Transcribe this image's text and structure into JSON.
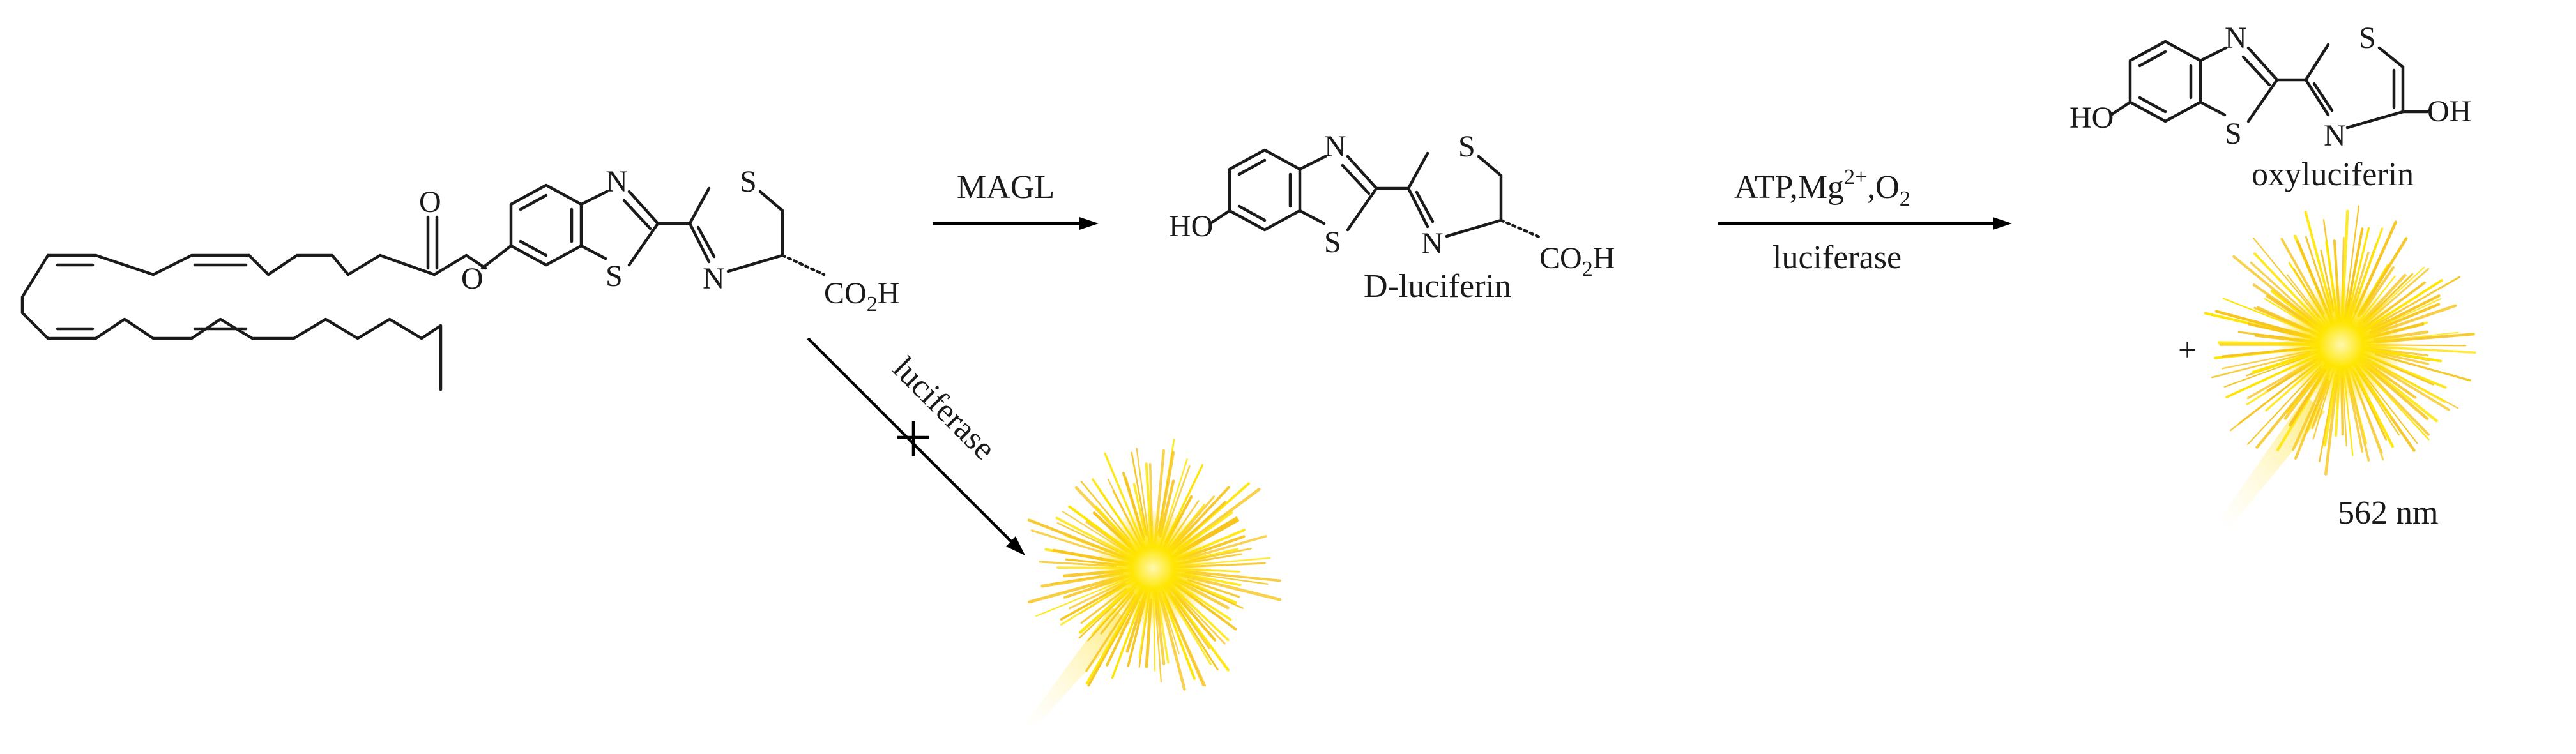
{
  "reagents": {
    "magl": "MAGL",
    "atp_mg_o2": {
      "atp": "ATP,Mg",
      "charge": "2+",
      "sep": ",O",
      "sub": "2"
    },
    "luciferase_top": "luciferase",
    "luciferase_diag": "luciferase"
  },
  "compounds": {
    "d_luciferin": "D-luciferin",
    "oxyluciferin": "oxyluciferin"
  },
  "atoms": {
    "O": "O",
    "N": "N",
    "S": "S",
    "HO": "HO",
    "OH": "OH",
    "H": "H",
    "CO": "CO",
    "two": "2"
  },
  "plus": "+",
  "wavelength": "562 nm",
  "colors": {
    "burst_core": "#ffe600",
    "burst_ray": "#f7c51e",
    "burst_tail": "#fff2a0"
  }
}
